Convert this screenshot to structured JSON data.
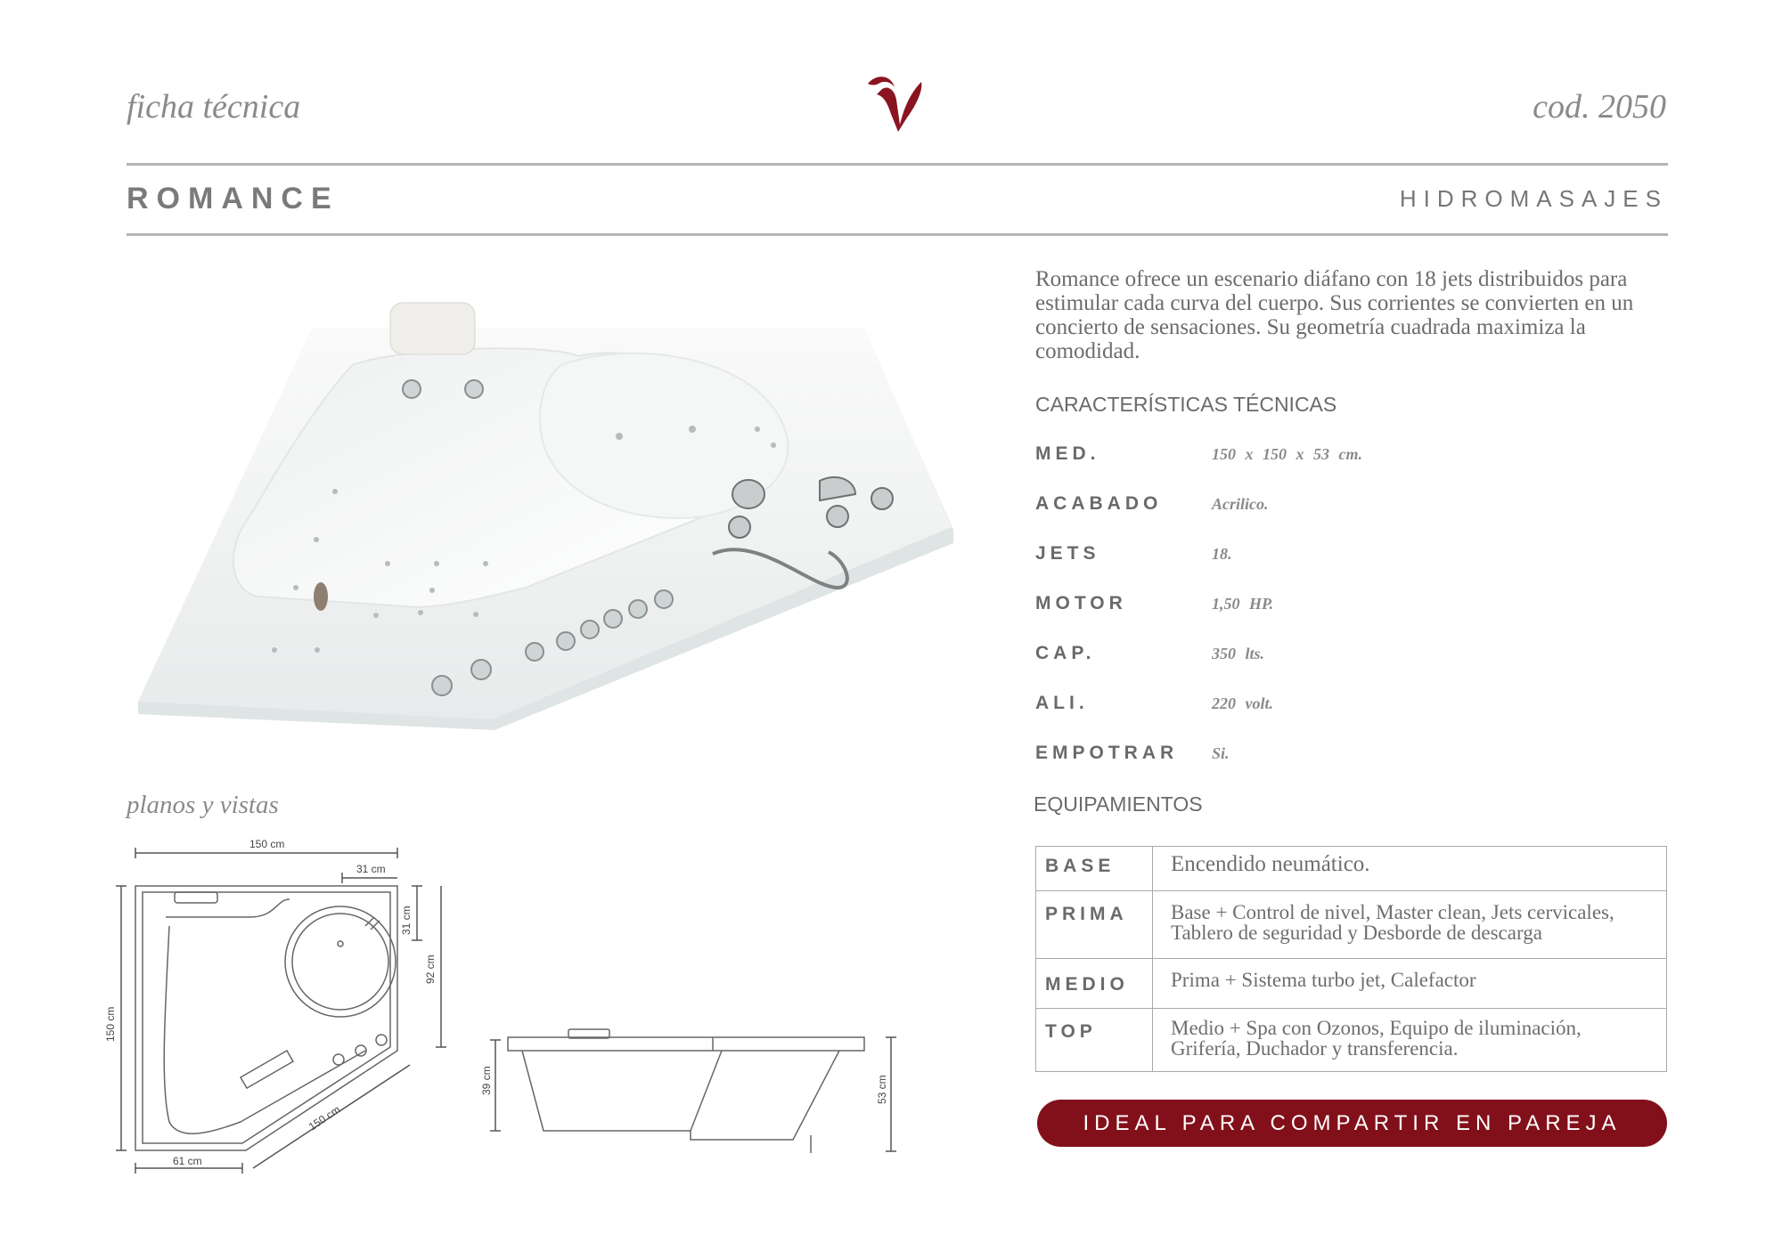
{
  "header": {
    "left": "ficha técnica",
    "right": "cod. 2050"
  },
  "product": {
    "name": "ROMANCE",
    "category": "HIDROMASAJES",
    "description": "Romance ofrece un escenario diáfano con 18 jets distribuidos para estimular cada curva del cuerpo. Sus corrientes se convierten en un concierto de sensaciones. Su geometría cuadrada maximiza la comodidad."
  },
  "specs": {
    "heading": "CARACTERÍSTICAS TÉCNICAS",
    "items": [
      {
        "label": "MED.",
        "value": "150 x 150 x 53 cm."
      },
      {
        "label": "ACABADO",
        "value": "Acrilico."
      },
      {
        "label": "JETS",
        "value": "18."
      },
      {
        "label": "MOTOR",
        "value": "1,50 HP."
      },
      {
        "label": "CAP.",
        "value": "350 lts."
      },
      {
        "label": "ALI.",
        "value": "220 volt."
      },
      {
        "label": "EMPOTRAR",
        "value": "Si."
      }
    ]
  },
  "equipment": {
    "heading": "EQUIPAMIENTOS",
    "rows": [
      {
        "label": "BASE",
        "value": "Encendido neumático."
      },
      {
        "label": "PRIMA",
        "value": "Base + Control de nivel, Master clean, Jets cervicales, Tablero de seguridad y Desborde de descarga"
      },
      {
        "label": "MEDIO",
        "value": "Prima + Sistema turbo jet, Calefactor"
      },
      {
        "label": "TOP",
        "value": "Medio + Spa con Ozonos, Equipo de iluminación, Grifería, Duchador y transferencia."
      }
    ]
  },
  "plans": {
    "heading": "planos y vistas",
    "dims": {
      "top_width": "150 cm",
      "top_small": "31 cm",
      "side_small": "31 cm",
      "side_mid": "92 cm",
      "left_height": "150 cm",
      "diag": "150 cm",
      "bottom": "61 cm",
      "inner_height": "39 cm",
      "total_height": "53 cm"
    }
  },
  "banner": "IDEAL PARA COMPARTIR EN PAREJA",
  "colors": {
    "accent": "#82101a",
    "rule": "#b5b5b5",
    "text": "#6e6e6e"
  }
}
